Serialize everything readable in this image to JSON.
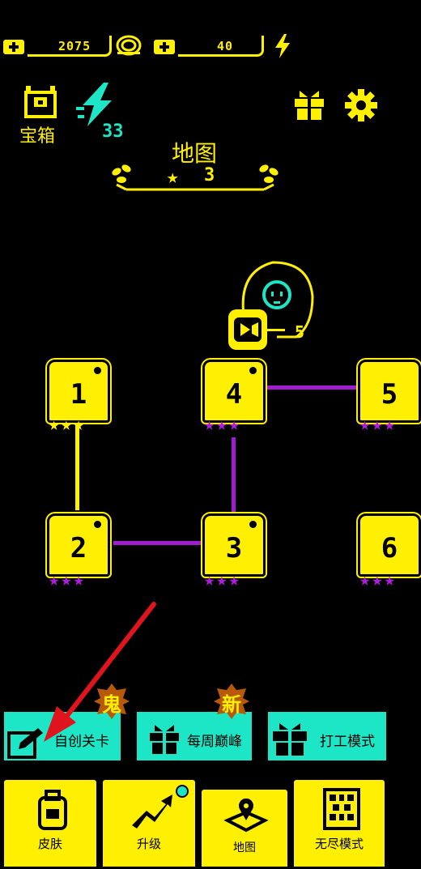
{
  "currency": {
    "coins": "2075",
    "energy": "40"
  },
  "top": {
    "chest_label": "宝箱",
    "boost_count": "33"
  },
  "map_header": {
    "title": "地图",
    "stars": "3"
  },
  "video_reward": {
    "count": "5"
  },
  "levels": [
    {
      "num": "1",
      "stars_color": "yellow"
    },
    {
      "num": "2",
      "stars_color": "purple"
    },
    {
      "num": "3",
      "stars_color": "purple"
    },
    {
      "num": "4",
      "stars_color": "purple"
    },
    {
      "num": "5",
      "stars_color": "purple"
    },
    {
      "num": "6",
      "stars_color": "purple"
    }
  ],
  "stars_glyph": "★★★",
  "modes": [
    {
      "label": "自创关卡",
      "badge": "鬼"
    },
    {
      "label": "每周巅峰",
      "badge": "新"
    },
    {
      "label": "打工模式"
    }
  ],
  "tabs": [
    {
      "label": "皮肤"
    },
    {
      "label": "升级"
    },
    {
      "label": "地图"
    },
    {
      "label": "无尽模式"
    }
  ],
  "colors": {
    "yellow": "#ffef00",
    "cyan": "#1de6c6",
    "purple": "#a21ccf",
    "badge": "#b8590a",
    "arrow": "#e0141c"
  }
}
